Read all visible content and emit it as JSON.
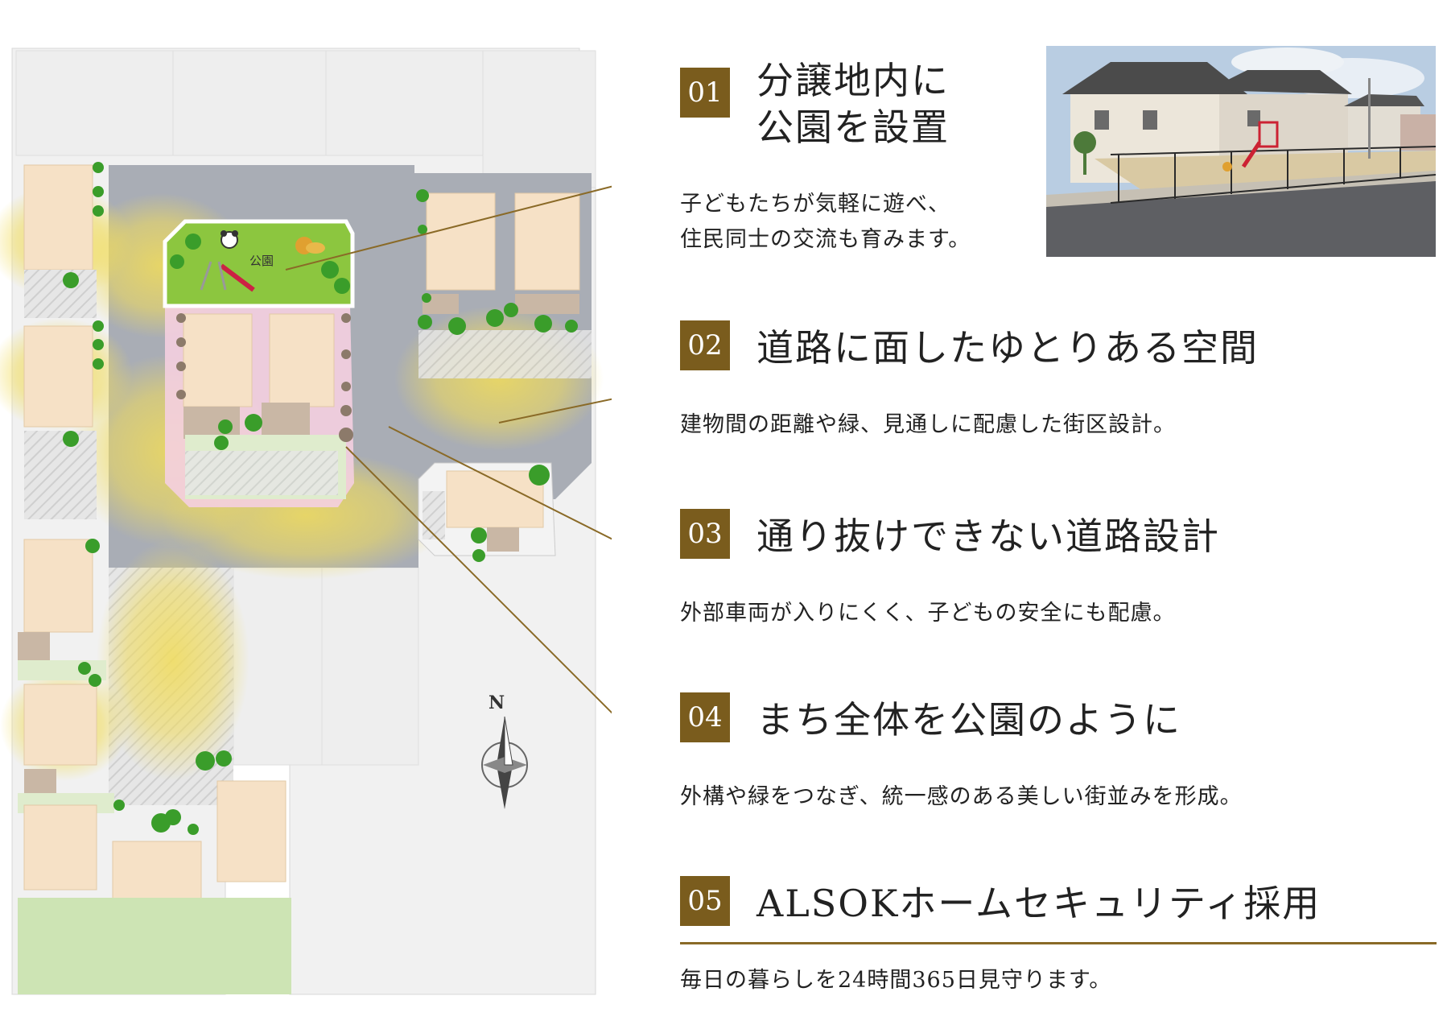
{
  "map": {
    "park_label": "公園",
    "compass_label": "N"
  },
  "features": [
    {
      "number": "01",
      "title_lines": [
        "分譲地内に",
        "公園を設置"
      ],
      "description_lines": [
        "子どもたちが気軽に遊べ、",
        "住民同士の交流も育みます。"
      ]
    },
    {
      "number": "02",
      "title_lines": [
        "道路に面したゆとりある空間"
      ],
      "description_lines": [
        "建物間の距離や緑、見通しに配慮した街区設計。"
      ]
    },
    {
      "number": "03",
      "title_lines": [
        "通り抜けできない道路設計"
      ],
      "description_lines": [
        "外部車両が入りにくく、子どもの安全にも配慮。"
      ]
    },
    {
      "number": "04",
      "title_lines": [
        "まち全体を公園のように"
      ],
      "description_lines": [
        "外構や緑をつなぎ、統一感のある美しい街並みを形成。"
      ]
    },
    {
      "number": "05",
      "title_lines": [
        "ALSOKホームセキュリティ採用"
      ],
      "description_lines": [
        "毎日の暮らしを24時間365日見守ります。"
      ]
    }
  ],
  "colors": {
    "accent": "#7a5c1d",
    "rule": "#8a6a27",
    "park": "#8cc63f",
    "highlight": "#f3e27a",
    "road": "#a9adb5"
  }
}
